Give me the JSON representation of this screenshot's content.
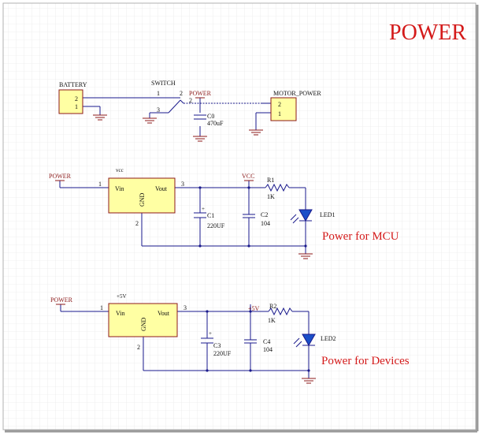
{
  "title": "POWER",
  "colors": {
    "title": "#d41a1a",
    "body": "#ffffa3",
    "wire": "#1a1a8c",
    "ground": "#8c1a1a",
    "label": "#101010",
    "power": "#8c1a1a",
    "grid": "#e3e3e3",
    "led": "#1a4fc8"
  },
  "battery": {
    "name": "BATTERY",
    "pin2": "2",
    "pin1": "1"
  },
  "switch": {
    "name": "SWITCH",
    "pin1": "1",
    "pin2": "2",
    "pin3": "3"
  },
  "c0": {
    "net": "POWER",
    "ref": "C0",
    "value": "470uF",
    "pin": "2"
  },
  "motor": {
    "name": "MOTOR_POWER",
    "pin2": "2",
    "pin1": "1"
  },
  "reg1": {
    "in_net": "POWER",
    "vcc_label": "vcc",
    "pin1": "1",
    "vin": "Vin",
    "gnd": "GND",
    "vout": "Vout",
    "pin3": "3",
    "pin2": "2",
    "out_net": "VCC",
    "c1_ref": "C1",
    "c1_val": "220UF",
    "c2_ref": "C2",
    "c2_val": "104",
    "r_ref": "R1",
    "r_val": "1K",
    "led": "LED1",
    "caption": "Power for MCU"
  },
  "reg2": {
    "in_net": "POWER",
    "vcc_label": "+5V",
    "pin1": "1",
    "vin": "Vin",
    "gnd": "GND",
    "vout": "Vout",
    "pin3": "3",
    "pin2": "2",
    "out_net": "+5V",
    "c1_ref": "C3",
    "c1_val": "220UF",
    "c2_ref": "C4",
    "c2_val": "104",
    "r_ref": "R2",
    "r_val": "1K",
    "led": "LED2",
    "caption": "Power for Devices"
  }
}
